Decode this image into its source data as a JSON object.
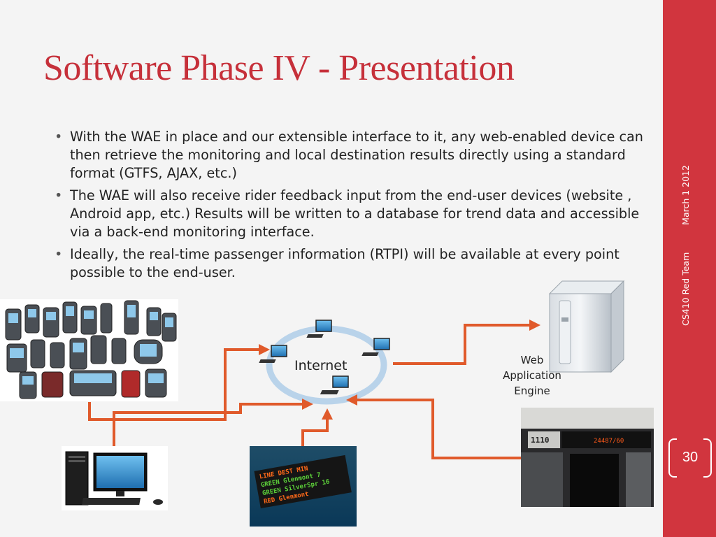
{
  "slide": {
    "title": "Software Phase IV - Presentation",
    "bullets": [
      "With the WAE in place and our extensible interface to it, any web-enabled device can then retrieve the monitoring and local destination results directly using a standard format (GTFS, AJAX, etc.)",
      "The WAE will also receive rider feedback input from the end-user devices (website , Android app, etc.) Results will be written to a database for trend data and accessible via a back-end monitoring interface.",
      "Ideally, the real-time passenger information (RTPI) will be available at every point possible to the end-user."
    ],
    "sidebar": {
      "team": "CS410 Red Team",
      "date": "March 1 2012"
    },
    "page_number": "30"
  },
  "diagram": {
    "internet_label": "Internet",
    "wae_label": [
      "Web",
      "Application",
      "Engine"
    ],
    "sign_text": {
      "row1": [
        "LINE",
        "DEST",
        "MIN"
      ],
      "row2": [
        "GREEN",
        "Glenmont",
        "7"
      ],
      "row3": [
        "GREEN",
        "SilverSpr",
        "16"
      ],
      "row4": [
        "RED",
        "Glenmont",
        ""
      ]
    },
    "bus_sign_text": [
      "1110",
      "24487/60"
    ]
  },
  "colors": {
    "accent": "#c6303a",
    "rail": "#d1353e",
    "arrow": "#e05a2b",
    "ring": "#b9d3ea"
  }
}
